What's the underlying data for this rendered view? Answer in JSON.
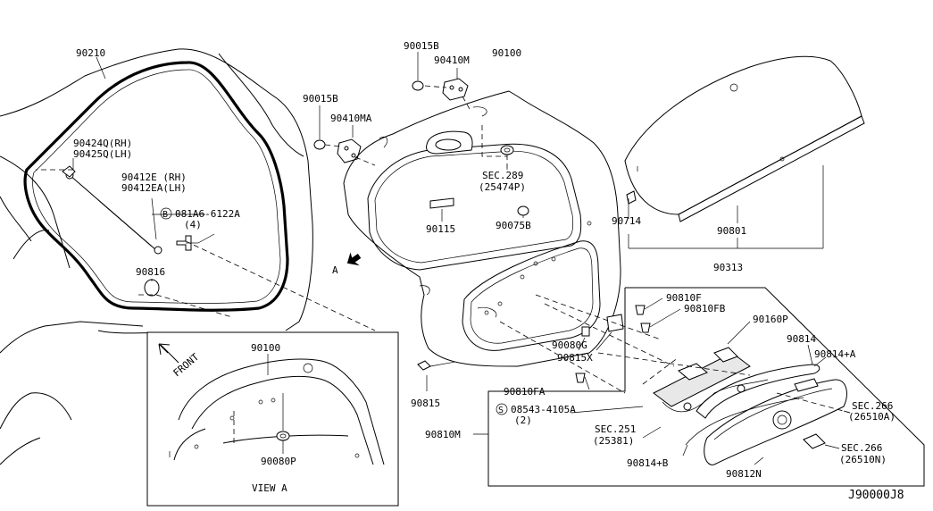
{
  "diagram_code": "J90000J8",
  "labels": {
    "p90210": "90210",
    "p90424q": "90424Q(RH)",
    "p90425q": "90425Q(LH)",
    "p90412e": "90412E (RH)",
    "p90412ea": "90412EA(LH)",
    "p081a6_b": "B",
    "p081a6": "081A6-6122A",
    "p081a6_qty": "(4)",
    "p90816": "90816",
    "p90015b_top": "90015B",
    "p90410m": "90410M",
    "p90015b_mid": "90015B",
    "p90410ma": "90410MA",
    "p90100_top": "90100",
    "sec289": "SEC.289",
    "sec289_sub": "(25474P)",
    "p90115": "90115",
    "p90075b": "90075B",
    "arrow_a": "A",
    "p90714": "90714",
    "p90801": "90801",
    "p90313": "90313",
    "p90810f": "90810F",
    "p90810fb": "90810FB",
    "p90160p": "90160P",
    "p90814": "90814",
    "p90814a": "90814+A",
    "p90080g": "90080G",
    "p90815x": "90815X",
    "p90815": "90815",
    "p90810fa": "90810FA",
    "p08543_s": "S",
    "p08543": "08543-4105A",
    "p08543_qty": "(2)",
    "p90810m": "90810M",
    "sec251": "SEC.251",
    "sec251_sub": "(25381)",
    "p90814b": "90814+B",
    "p90812n": "90812N",
    "sec266a": "SEC.266",
    "sec266a_sub": "(26510A)",
    "sec266n": "SEC.266",
    "sec266n_sub": "(26510N)",
    "inset_front": "FRONT",
    "inset_90100": "90100",
    "inset_90080p": "90080P",
    "inset_view": "VIEW A"
  }
}
